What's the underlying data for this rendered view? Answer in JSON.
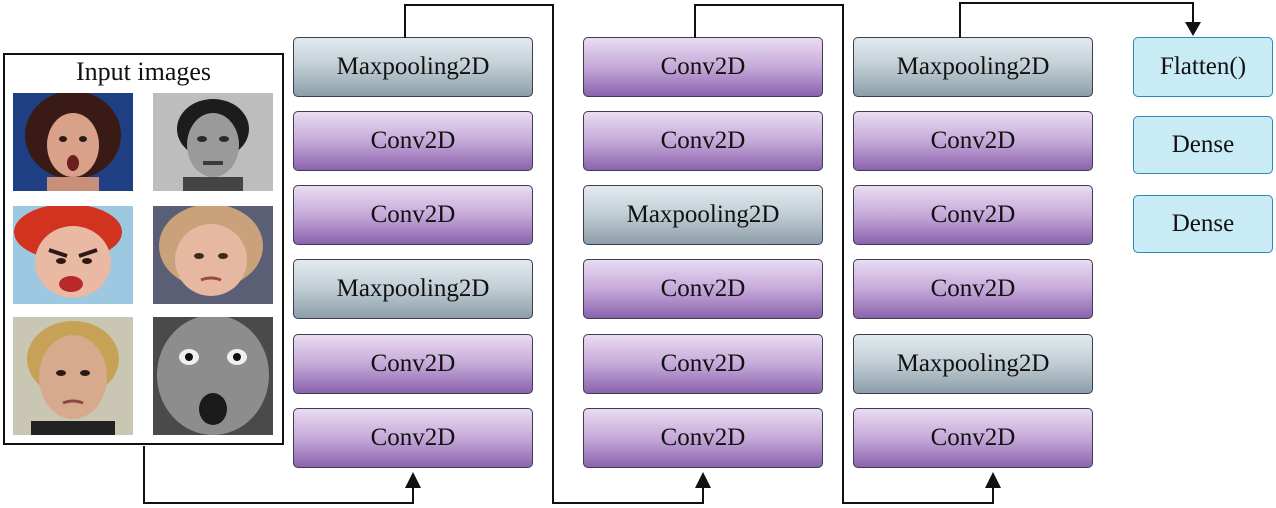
{
  "input_panel": {
    "title": "Input images"
  },
  "columns": [
    {
      "layers": [
        {
          "label": "Maxpooling2D",
          "kind": "pool"
        },
        {
          "label": "Conv2D",
          "kind": "conv"
        },
        {
          "label": "Conv2D",
          "kind": "conv"
        },
        {
          "label": "Maxpooling2D",
          "kind": "pool"
        },
        {
          "label": "Conv2D",
          "kind": "conv"
        },
        {
          "label": "Conv2D",
          "kind": "conv"
        }
      ]
    },
    {
      "layers": [
        {
          "label": "Conv2D",
          "kind": "conv"
        },
        {
          "label": "Conv2D",
          "kind": "conv"
        },
        {
          "label": "Maxpooling2D",
          "kind": "pool"
        },
        {
          "label": "Conv2D",
          "kind": "conv"
        },
        {
          "label": "Conv2D",
          "kind": "conv"
        },
        {
          "label": "Conv2D",
          "kind": "conv"
        }
      ]
    },
    {
      "layers": [
        {
          "label": "Maxpooling2D",
          "kind": "pool"
        },
        {
          "label": "Conv2D",
          "kind": "conv"
        },
        {
          "label": "Conv2D",
          "kind": "conv"
        },
        {
          "label": "Conv2D",
          "kind": "conv"
        },
        {
          "label": "Maxpooling2D",
          "kind": "pool"
        },
        {
          "label": "Conv2D",
          "kind": "conv"
        }
      ]
    }
  ],
  "head_layers": [
    {
      "label": "Flatten()"
    },
    {
      "label": "Dense"
    },
    {
      "label": "Dense"
    }
  ],
  "colors": {
    "conv_fill": "#c6a9d9",
    "pool_fill": "#c4d0d7",
    "dense_fill": "#c9ebf6",
    "dense_border": "#2d8bb5",
    "arrow": "#111111"
  }
}
